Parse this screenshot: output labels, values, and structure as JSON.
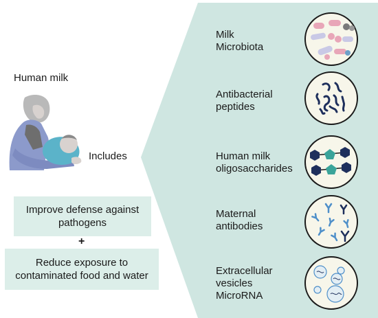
{
  "title": "Human milk",
  "includes_label": "Includes",
  "components": [
    {
      "label_lines": [
        "Milk",
        "Microbiota"
      ],
      "icon": "bacteria-icon"
    },
    {
      "label_lines": [
        "Antibacterial",
        "peptides"
      ],
      "icon": "peptide-strands-icon"
    },
    {
      "label_lines": [
        "Human milk",
        "oligosaccharides"
      ],
      "icon": "oligosaccharide-chain-icon"
    },
    {
      "label_lines": [
        "Maternal",
        "antibodies"
      ],
      "icon": "antibody-icon"
    },
    {
      "label_lines": [
        "Extracellular",
        "vesicles",
        "MicroRNA"
      ],
      "icon": "vesicle-icon"
    }
  ],
  "benefits": [
    {
      "lines": [
        "Improve defense against",
        "pathogens"
      ]
    },
    {
      "lines": [
        "Reduce exposure to",
        "contaminated food and water"
      ]
    }
  ],
  "plus_sign": "+",
  "colors": {
    "panel": "#cfe6e1",
    "box": "#dceee9",
    "circle_fill": "#f7f6ea",
    "navy": "#1e2f5c",
    "teal": "#3aa49a",
    "antibody_blue": "#4e8fc9"
  }
}
